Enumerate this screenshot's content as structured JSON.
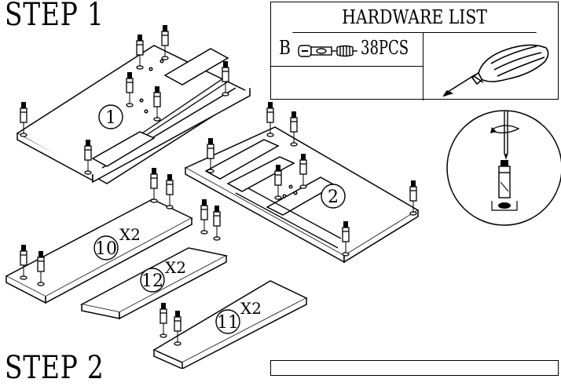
{
  "step_title": "STEP 1",
  "next_step_title": "STEP 2",
  "hardware_list": {
    "title": "HARDWARE LIST",
    "items": [
      {
        "letter": "B",
        "icon": "cam-bolt-icon",
        "quantity": "38PCS"
      }
    ],
    "tool_icon": "screwdriver-icon"
  },
  "parts": [
    {
      "number": "1",
      "multiplier": ""
    },
    {
      "number": "2",
      "multiplier": ""
    },
    {
      "number": "10",
      "multiplier": "X2"
    },
    {
      "number": "12",
      "multiplier": "X2"
    },
    {
      "number": "11",
      "multiplier": "X2"
    }
  ],
  "detail_icon": "bolt-insertion-detail-icon"
}
